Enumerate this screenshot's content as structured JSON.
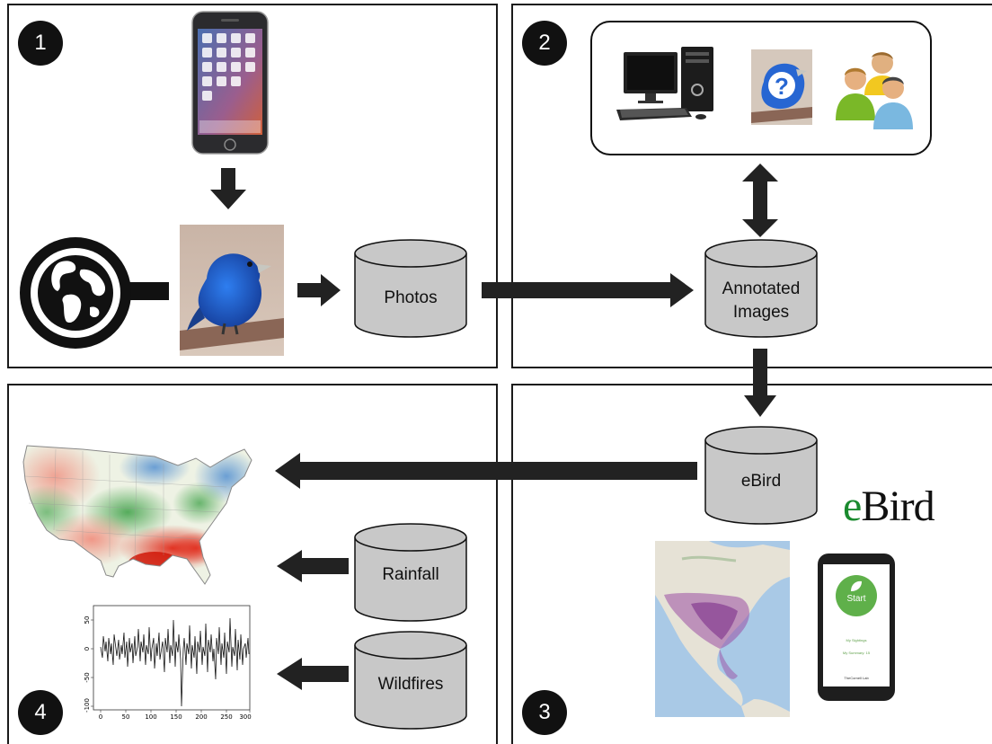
{
  "panels": {
    "p1": {
      "number": "1"
    },
    "p2": {
      "number": "2"
    },
    "p3": {
      "number": "3"
    },
    "p4": {
      "number": "4"
    }
  },
  "databases": {
    "photos": "Photos",
    "annotated_line1": "Annotated",
    "annotated_line2": "Images",
    "ebird": "eBird",
    "rainfall": "Rainfall",
    "wildfires": "Wildfires"
  },
  "logo": {
    "e": "e",
    "rest": "Bird"
  },
  "phone_app": {
    "start": "Start",
    "my_sightings": "My Sightings",
    "my_summary": "My Summary: 15",
    "cornell": "TheCornell Lab"
  },
  "timeseries_axes": {
    "x_ticks": [
      "0",
      "50",
      "100",
      "150",
      "200",
      "250",
      "300"
    ],
    "y_ticks": [
      "50",
      "0",
      "-50",
      "-100"
    ]
  },
  "colors": {
    "ebird_green": "#1a8a2e",
    "bird_blue": "#1f5fd0",
    "db_fill": "#c8c8c8"
  },
  "icons": [
    "smartphone-icon",
    "globe-search-icon",
    "bird-photo",
    "computer-icon",
    "unknown-bird-icon",
    "people-icon",
    "us-map-heatmap",
    "timeseries-plot",
    "world-map-icon"
  ]
}
